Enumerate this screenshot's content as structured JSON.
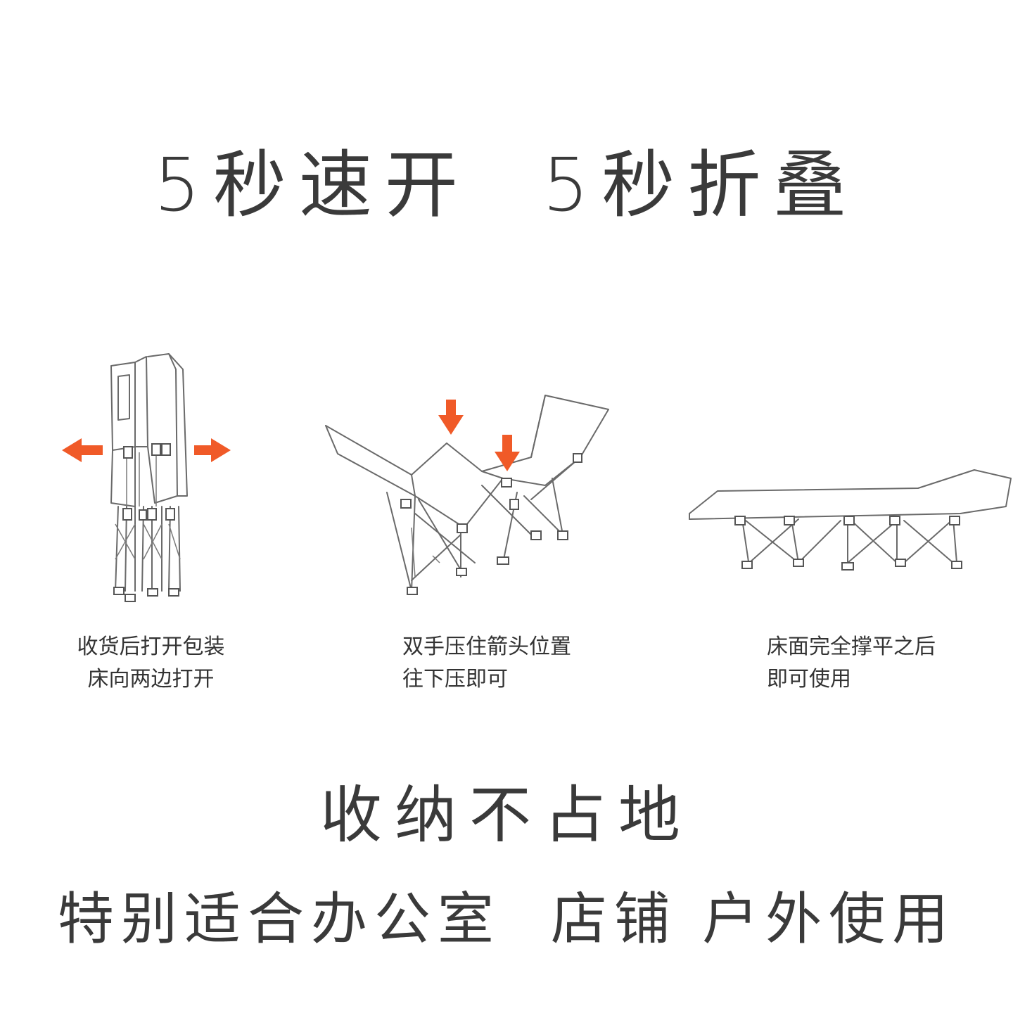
{
  "headline_top": "5秒速开  5秒折叠",
  "headline_mid": "收纳不占地",
  "headline_bottom": "特别适合办公室  店铺 户外使用",
  "accent_color": "#f05a28",
  "steps": [
    {
      "caption_line1": "收货后打开包装",
      "caption_line2": "床向两边打开",
      "illustration": "folded-cot-with-outward-arrows"
    },
    {
      "caption_line1": "双手压住箭头位置",
      "caption_line2": "往下压即可",
      "illustration": "half-open-cot-with-down-arrows"
    },
    {
      "caption_line1": "床面完全撑平之后",
      "caption_line2": "即可使用",
      "illustration": "fully-open-cot"
    }
  ]
}
